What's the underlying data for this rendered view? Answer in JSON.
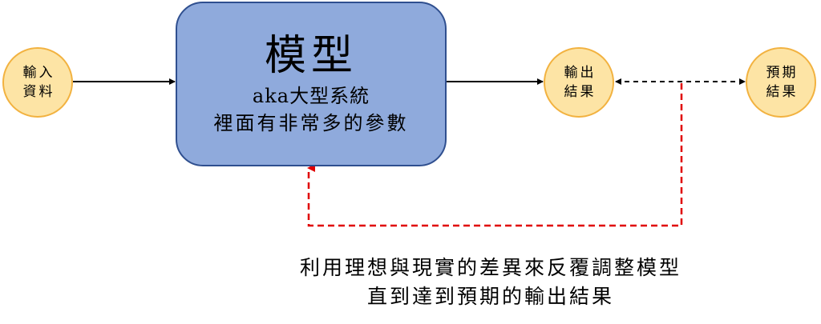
{
  "nodes": {
    "input": {
      "line1": "輸入",
      "line2": "資料"
    },
    "output": {
      "line1": "輸出",
      "line2": "結果"
    },
    "expected": {
      "line1": "預期",
      "line2": "結果"
    }
  },
  "model": {
    "title": "模型",
    "subtitle": "aka大型系統",
    "description": "裡面有非常多的參數"
  },
  "caption": {
    "line1": "利用理想與現實的差異來反覆調整模型",
    "line2": "直到達到預期的輸出結果"
  },
  "colors": {
    "node_fill": "#fde4a5",
    "node_border": "#f2b240",
    "model_fill": "#8faadc",
    "model_border": "#2f4f8f",
    "feedback_line": "#e00000",
    "arrow": "#000000"
  }
}
